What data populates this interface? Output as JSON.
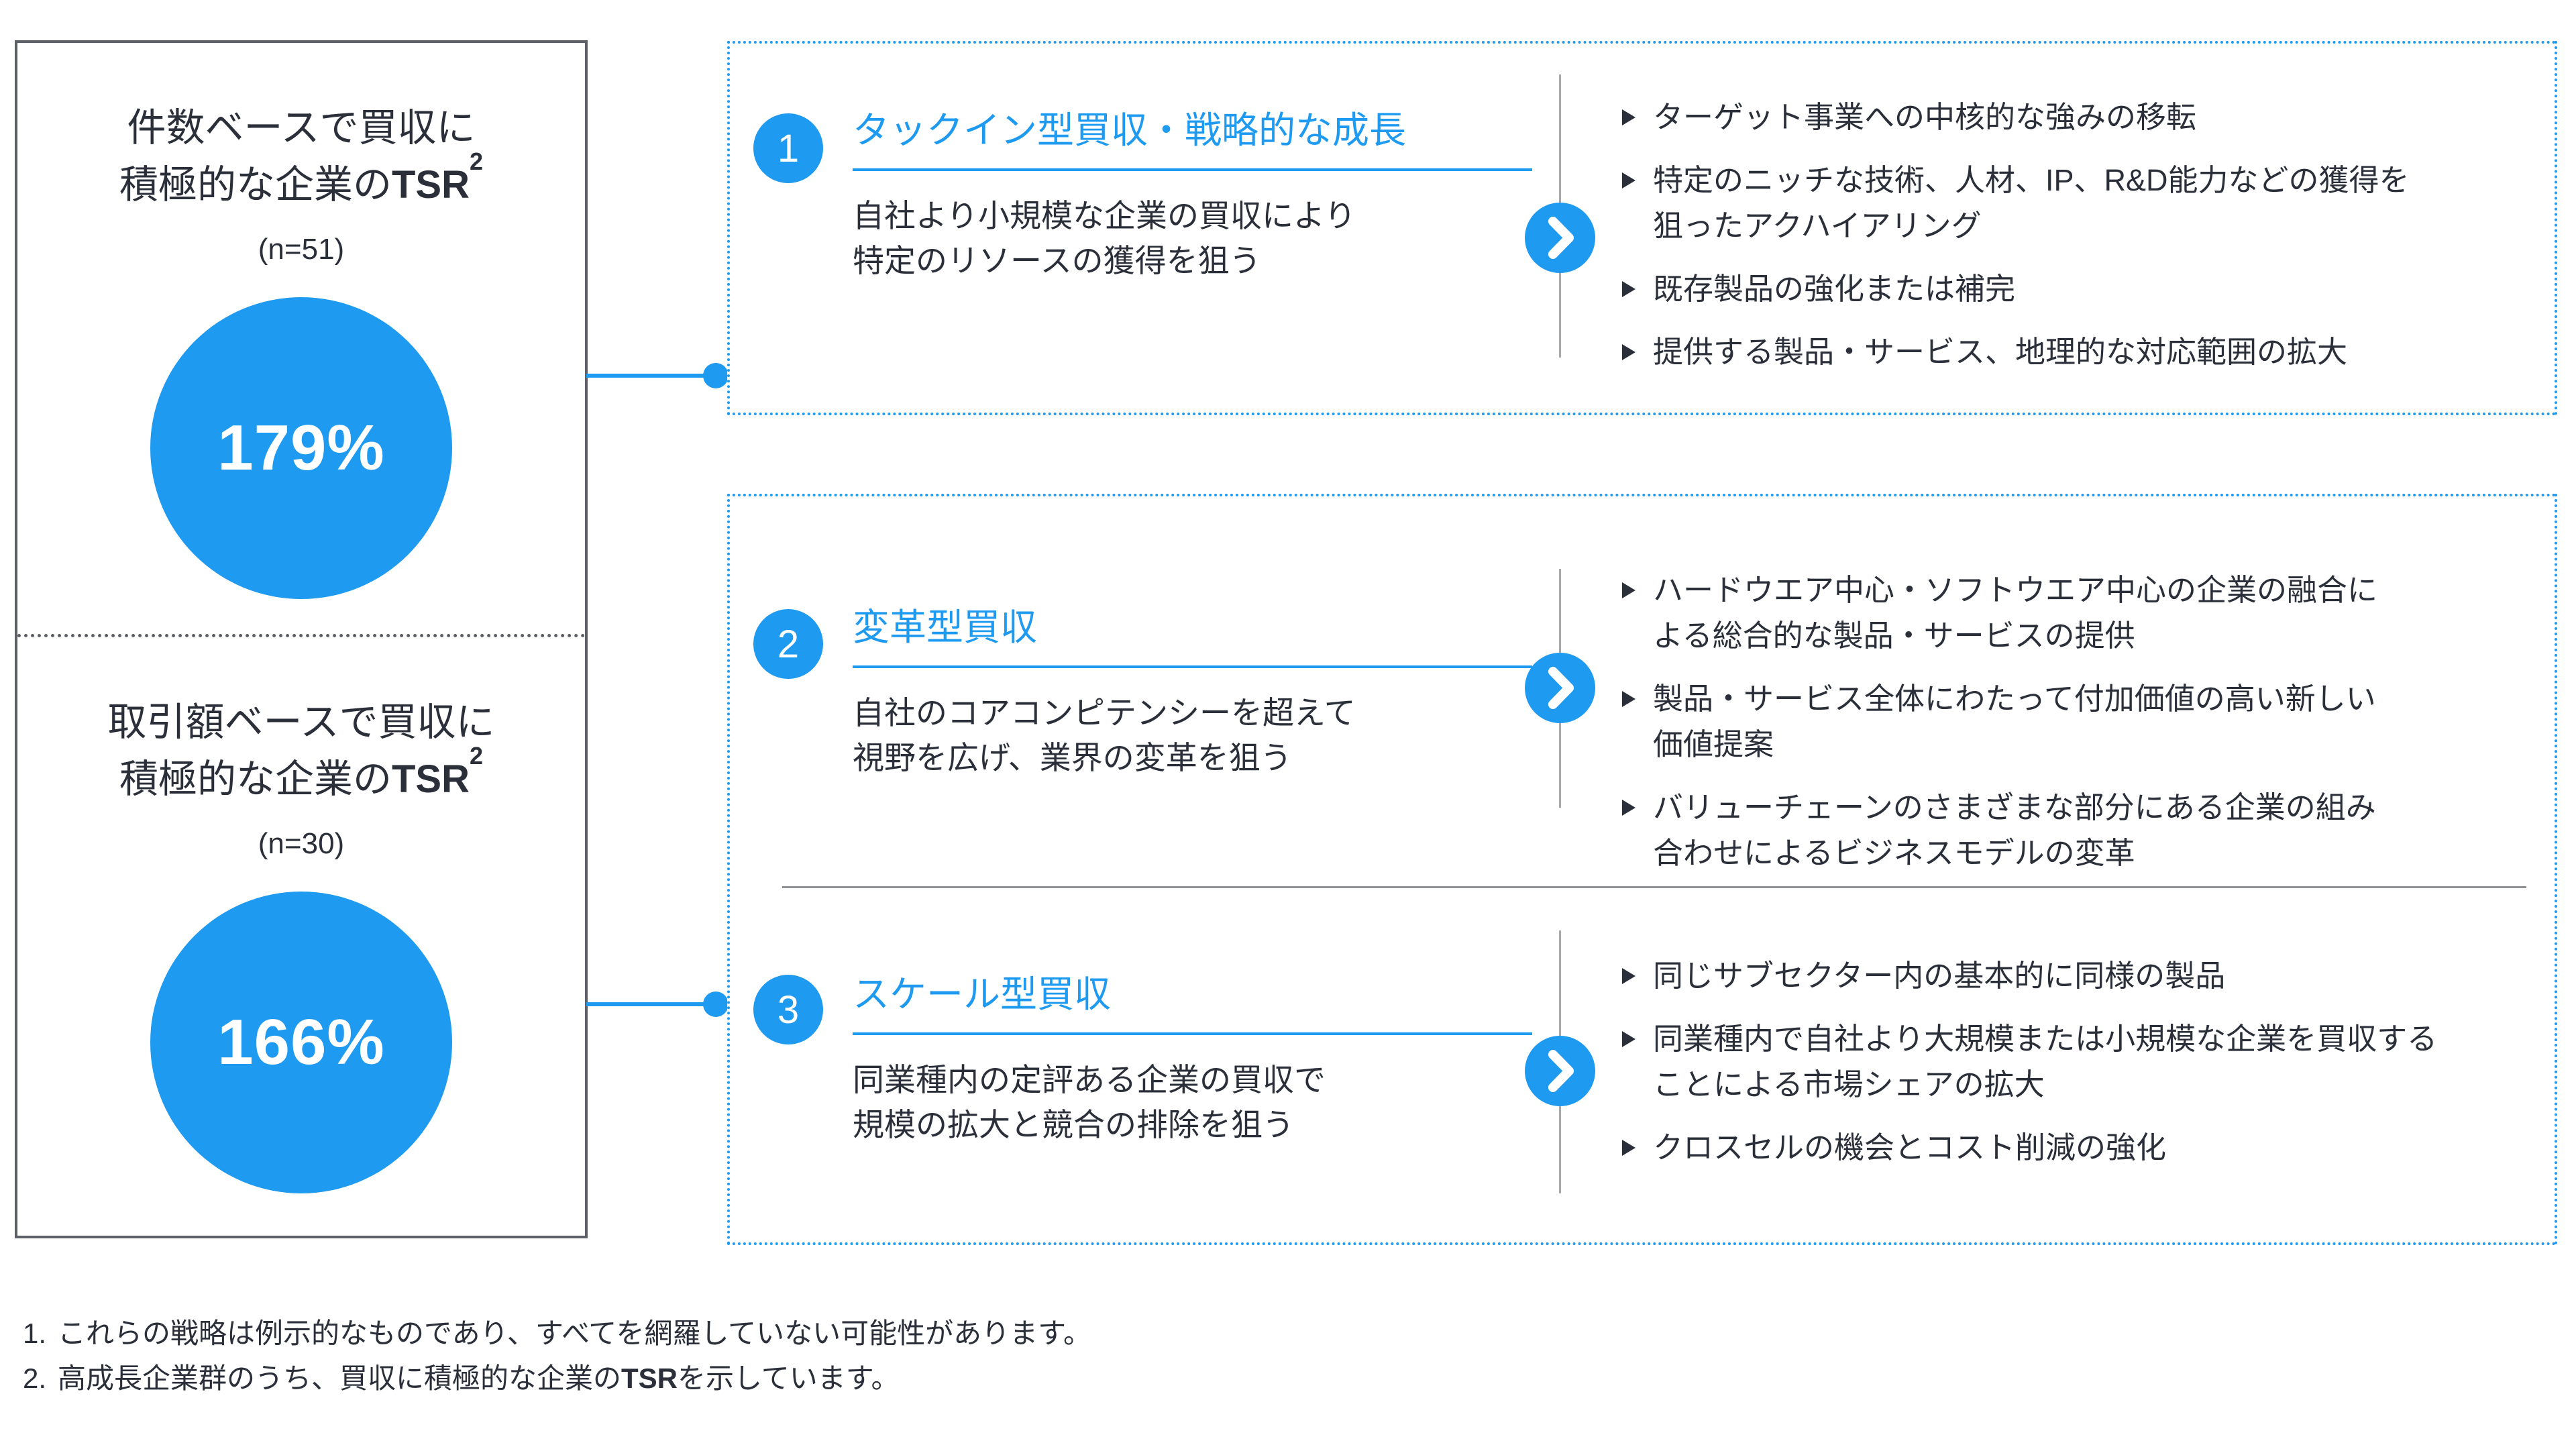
{
  "colors": {
    "accent_blue": "#1e9af0",
    "text_dark": "#2b2f3a",
    "panel_border_gray": "#5d6066",
    "vertical_divider_gray": "#a6a8ac",
    "section_divider_gray": "#8e9094"
  },
  "left_panel": {
    "sections": [
      {
        "title_line1": "件数ベースで買収に",
        "title_line2": "積極的な企業の",
        "title_acronym": "TSR",
        "title_superscript": "2",
        "sample_label": "(n=51)",
        "tsr_value": "179%"
      },
      {
        "title_line1": "取引額ベースで買収に",
        "title_line2": "積極的な企業の",
        "title_acronym": "TSR",
        "title_superscript": "2",
        "sample_label": "(n=30)",
        "tsr_value": "166%"
      }
    ]
  },
  "strategies": [
    {
      "number": "1",
      "title": "タックイン型買収・戦略的な成長",
      "description_lines": [
        "自社より小規模な企業の買収により",
        "特定のリソースの獲得を狙う"
      ],
      "bullets": [
        {
          "lines": [
            "ターゲット事業への中核的な強みの移転"
          ]
        },
        {
          "lines": [
            "特定のニッチな技術、人材、IP、R&D能力などの獲得を",
            "狙ったアクハイアリング"
          ]
        },
        {
          "lines": [
            "既存製品の強化または補完"
          ]
        },
        {
          "lines": [
            "提供する製品・サービス、地理的な対応範囲の拡大"
          ]
        }
      ]
    },
    {
      "number": "2",
      "title": "変革型買収",
      "description_lines": [
        "自社のコアコンピテンシーを超えて",
        "視野を広げ、業界の変革を狙う"
      ],
      "bullets": [
        {
          "lines": [
            "ハードウエア中心・ソフトウエア中心の企業の融合に",
            "よる総合的な製品・サービスの提供"
          ]
        },
        {
          "lines": [
            "製品・サービス全体にわたって付加価値の高い新しい",
            "価値提案"
          ]
        },
        {
          "lines": [
            "バリューチェーンのさまざまな部分にある企業の組み",
            "合わせによるビジネスモデルの変革"
          ]
        }
      ]
    },
    {
      "number": "3",
      "title": "スケール型買収",
      "description_lines": [
        "同業種内の定評ある企業の買収で",
        "規模の拡大と競合の排除を狙う"
      ],
      "bullets": [
        {
          "lines": [
            "同じサブセクター内の基本的に同様の製品"
          ]
        },
        {
          "lines": [
            "同業種内で自社より大規模または小規模な企業を買収する",
            "ことによる市場シェアの拡大"
          ]
        },
        {
          "lines": [
            "クロスセルの機会とコスト削減の強化"
          ]
        }
      ]
    }
  ],
  "footnotes": [
    {
      "num": "1.",
      "text": "これらの戦略は例示的なものであり、すべてを網羅していない可能性があります。"
    },
    {
      "num": "2.",
      "text_pre": "高成長企業群のうち、買収に積極的な企業の",
      "text_bold": "TSR",
      "text_post": "を示しています。"
    }
  ]
}
